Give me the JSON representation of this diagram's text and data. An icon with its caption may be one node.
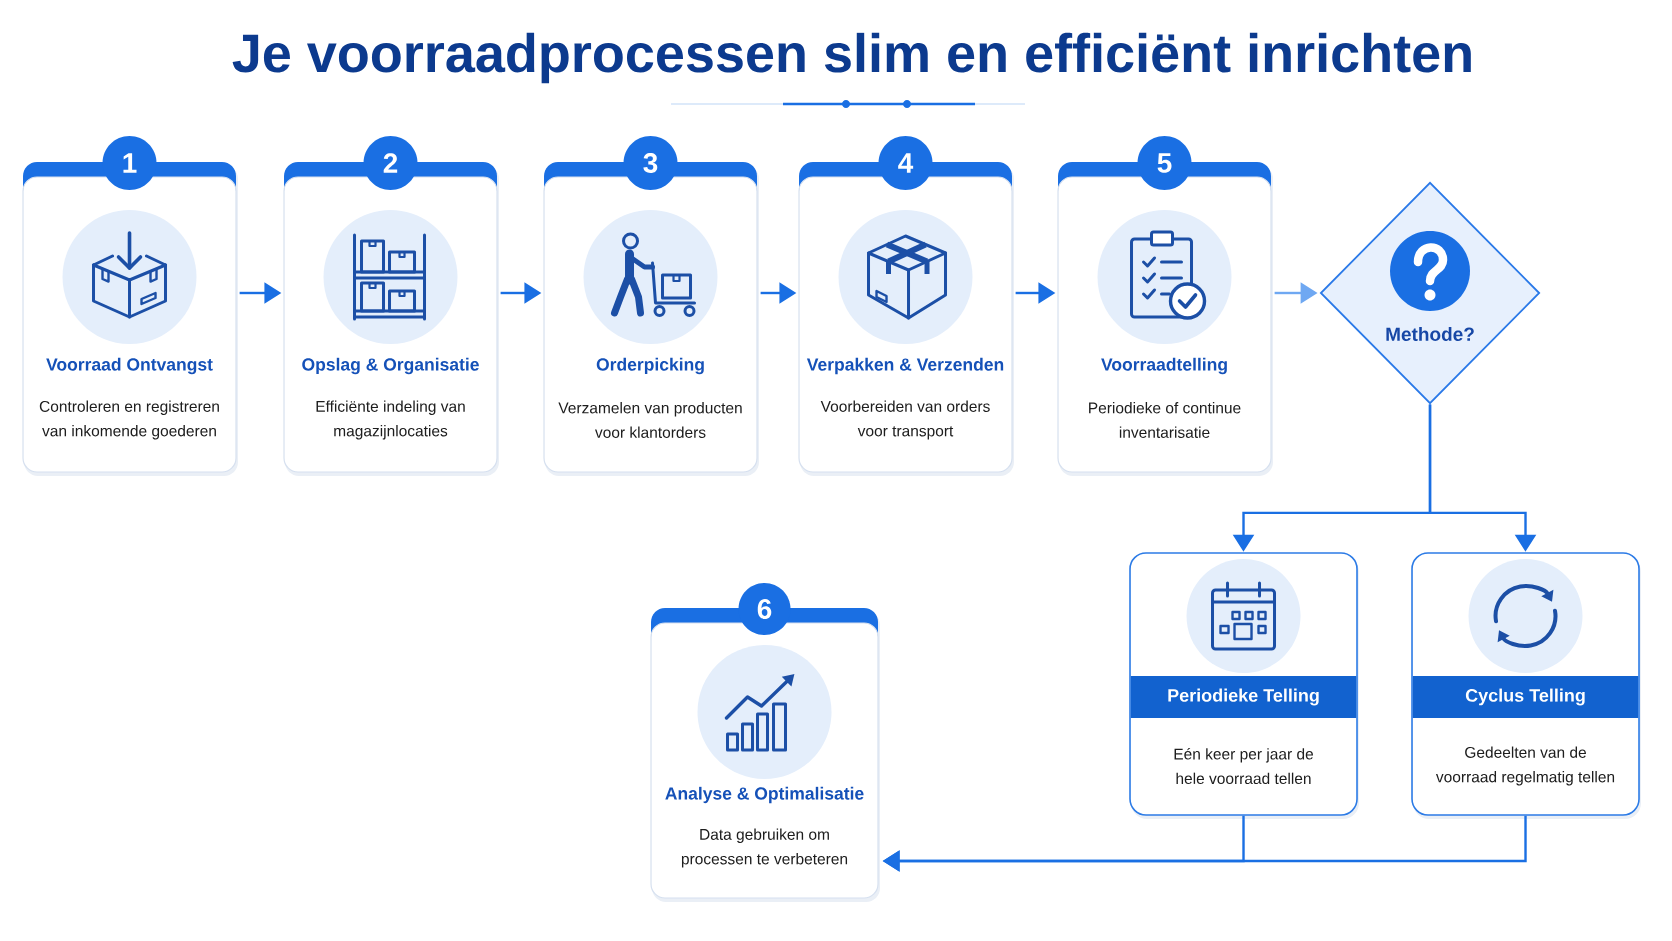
{
  "diagram": {
    "title": "Je voorraadprocessen slim en efficiënt inrichten",
    "nodes": [
      {
        "text": [
          "1",
          "Voorraad Ontvangst",
          "Controleren en registreren van inkomende goederen"
        ]
      },
      {
        "text": [
          "2",
          "Opslag & Organisatie",
          "Efficiënte indeling van magazijnlocaties"
        ]
      },
      {
        "text": [
          "3",
          "Orderpicking",
          "Verzamelen van producten voor klantorders"
        ]
      },
      {
        "text": [
          "4",
          "Verpakken & Verzenden",
          "Voorbereiden van orders voor transport"
        ]
      },
      {
        "text": [
          "5",
          "Voorraadtelling",
          "Periodieke of continue inventarisatie"
        ]
      },
      {
        "text": [
          "Methode?"
        ]
      },
      {
        "text": [
          "Periodieke Telling",
          "Eén keer per jaar de hele voorraad tellen"
        ]
      },
      {
        "text": [
          "Cyclus Telling",
          "Gedeelten van de voorraad regelmatig tellen"
        ]
      },
      {
        "text": [
          "6",
          "Analyse & Optimalisatie",
          "Data gebruiken om processen te verbeteren"
        ]
      }
    ],
    "edges": [
      {
        "from": 0,
        "to": 1,
        "arrow": "to"
      },
      {
        "from": 1,
        "to": 2,
        "arrow": "to"
      },
      {
        "from": 2,
        "to": 3,
        "arrow": "to"
      },
      {
        "from": 3,
        "to": 4,
        "arrow": "to"
      },
      {
        "from": 4,
        "to": 5,
        "arrow": "to",
        "color": "#6fa8f2"
      },
      {
        "from": 5,
        "to": 6,
        "arrow": "to"
      },
      {
        "from": 5,
        "to": 7,
        "arrow": "to"
      },
      {
        "from": 6,
        "to": 8,
        "arrow": "to"
      },
      {
        "from": 7,
        "to": 8,
        "arrow": "to"
      }
    ]
  }
}
